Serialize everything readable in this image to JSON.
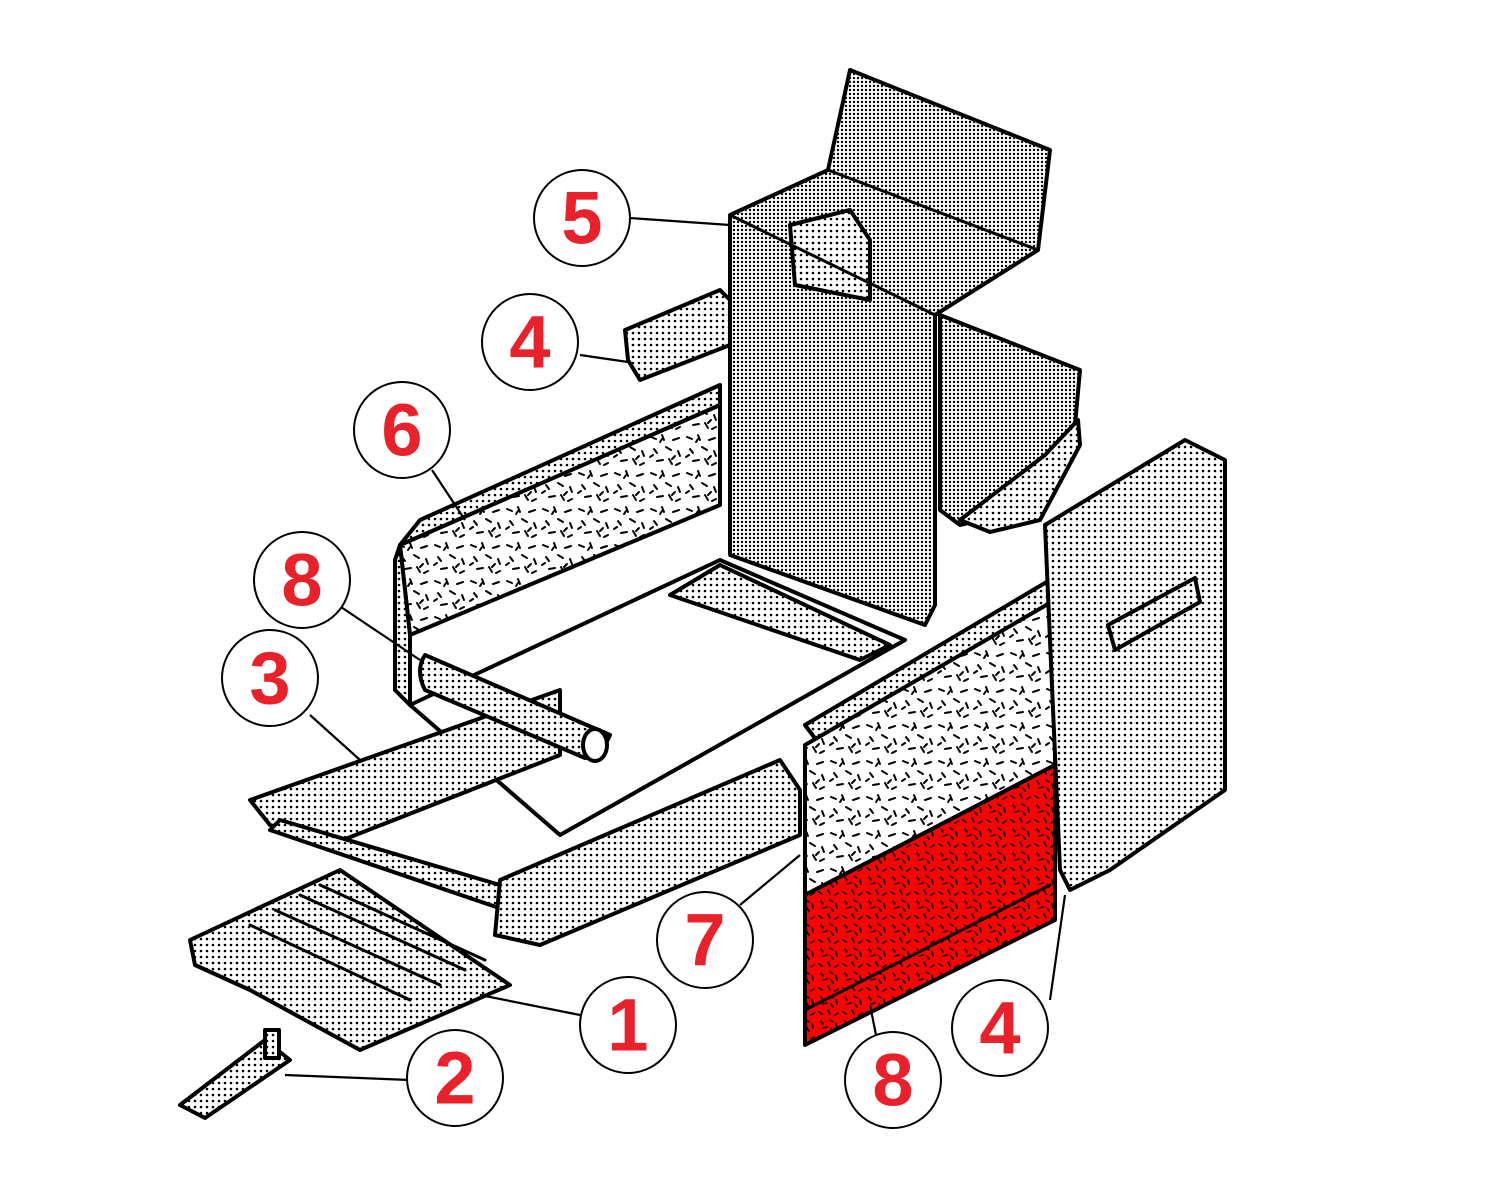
{
  "diagram": {
    "colors": {
      "callout_text": "#e8212b",
      "highlight": "#ff0000",
      "line": "#000000",
      "background": "#ffffff"
    },
    "callouts": [
      {
        "id": "c5",
        "label": "5"
      },
      {
        "id": "c4a",
        "label": "4"
      },
      {
        "id": "c6",
        "label": "6"
      },
      {
        "id": "c8a",
        "label": "8"
      },
      {
        "id": "c3",
        "label": "3"
      },
      {
        "id": "c7",
        "label": "7"
      },
      {
        "id": "c1",
        "label": "1"
      },
      {
        "id": "c2",
        "label": "2"
      },
      {
        "id": "c8b",
        "label": "8"
      },
      {
        "id": "c4b",
        "label": "4"
      }
    ]
  }
}
